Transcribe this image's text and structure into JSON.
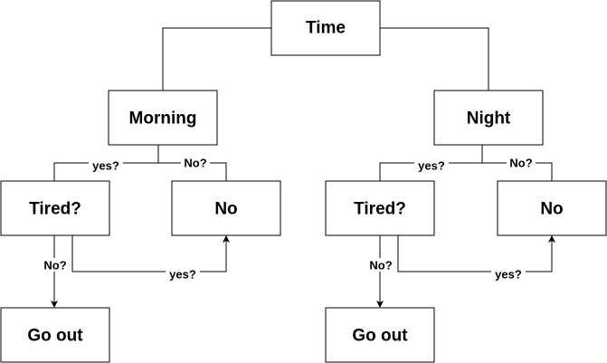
{
  "nodes": {
    "time": "Time",
    "morning": "Morning",
    "night": "Night",
    "morning_tired": "Tired?",
    "morning_no": "No",
    "morning_go_out": "Go out",
    "night_tired": "Tired?",
    "night_no": "No",
    "night_go_out": "Go out"
  },
  "edges": {
    "morning_to_tired": "yes?",
    "morning_to_no": "No?",
    "morning_tired_to_go_out": "No?",
    "morning_tired_to_no": "yes?",
    "night_to_tired": "yes?",
    "night_to_no": "No?",
    "night_tired_to_go_out": "No?",
    "night_tired_to_no": "yes?"
  }
}
